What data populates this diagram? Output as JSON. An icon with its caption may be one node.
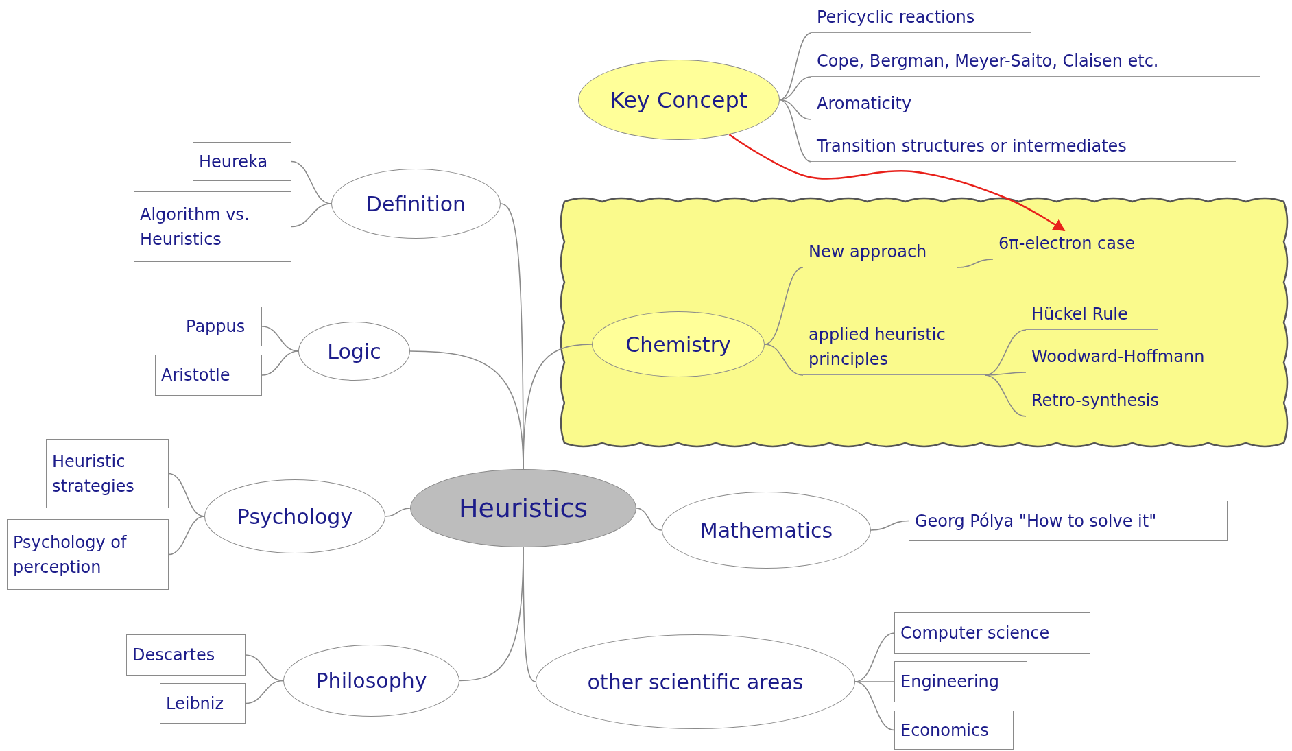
{
  "diagram": {
    "nodes": [
      {
        "text": [
          "Heuristics"
        ]
      },
      {
        "text": [
          "Definition"
        ]
      },
      {
        "text": [
          "Heureka"
        ]
      },
      {
        "text": [
          "Algorithm vs. Heuristics"
        ]
      },
      {
        "text": [
          "Logic"
        ]
      },
      {
        "text": [
          "Pappus"
        ]
      },
      {
        "text": [
          "Aristotle"
        ]
      },
      {
        "text": [
          "Psychology"
        ]
      },
      {
        "text": [
          "Heuristic strategies"
        ]
      },
      {
        "text": [
          "Psychology of perception"
        ]
      },
      {
        "text": [
          "Philosophy"
        ]
      },
      {
        "text": [
          "Descartes"
        ]
      },
      {
        "text": [
          "Leibniz"
        ]
      },
      {
        "text": [
          "Key Concept"
        ]
      },
      {
        "text": [
          "Pericyclic reactions"
        ]
      },
      {
        "text": [
          "Cope, Bergman, Meyer-Saito, Claisen etc."
        ]
      },
      {
        "text": [
          "Aromaticity"
        ]
      },
      {
        "text": [
          "Transition structures or intermediates"
        ]
      },
      {
        "text": [],
        "shape": "cloud"
      },
      {
        "text": [
          "Chemistry"
        ],
        "in": 18
      },
      {
        "text": [
          "New approach"
        ],
        "in": 18
      },
      {
        "text": [
          "6π-electron case"
        ],
        "in": 18
      },
      {
        "text": [
          "applied heuristic principles"
        ],
        "in": 18
      },
      {
        "text": [
          "Hückel Rule"
        ],
        "in": 18
      },
      {
        "text": [
          "Woodward-Hoffmann"
        ],
        "in": 18
      },
      {
        "text": [
          "Retro-synthesis"
        ],
        "in": 18
      },
      {
        "text": [
          "Mathematics"
        ]
      },
      {
        "text": [
          "Georg Pólya \"How to solve it\""
        ]
      },
      {
        "text": [
          "other scientific areas"
        ]
      },
      {
        "text": [
          "Computer science"
        ]
      },
      {
        "text": [
          "Engineering"
        ]
      },
      {
        "text": [
          "Economics"
        ]
      }
    ],
    "edges": [
      {
        "from": 0,
        "to": 1,
        "arrow": "none"
      },
      {
        "from": 1,
        "to": 2,
        "arrow": "none"
      },
      {
        "from": 1,
        "to": 3,
        "arrow": "none"
      },
      {
        "from": 0,
        "to": 4,
        "arrow": "none"
      },
      {
        "from": 4,
        "to": 5,
        "arrow": "none"
      },
      {
        "from": 4,
        "to": 6,
        "arrow": "none"
      },
      {
        "from": 0,
        "to": 7,
        "arrow": "none"
      },
      {
        "from": 7,
        "to": 8,
        "arrow": "none"
      },
      {
        "from": 7,
        "to": 9,
        "arrow": "none"
      },
      {
        "from": 0,
        "to": 10,
        "arrow": "none"
      },
      {
        "from": 10,
        "to": 11,
        "arrow": "none"
      },
      {
        "from": 10,
        "to": 12,
        "arrow": "none"
      },
      {
        "from": 13,
        "to": 14,
        "arrow": "none"
      },
      {
        "from": 13,
        "to": 15,
        "arrow": "none"
      },
      {
        "from": 13,
        "to": 16,
        "arrow": "none"
      },
      {
        "from": 13,
        "to": 17,
        "arrow": "none"
      },
      {
        "from": 13,
        "to": 21,
        "arrow": "to",
        "color": "#e8201a"
      },
      {
        "from": 0,
        "to": 19,
        "arrow": "none"
      },
      {
        "from": 19,
        "to": 20,
        "arrow": "none"
      },
      {
        "from": 20,
        "to": 21,
        "arrow": "none"
      },
      {
        "from": 19,
        "to": 22,
        "arrow": "none"
      },
      {
        "from": 22,
        "to": 23,
        "arrow": "none"
      },
      {
        "from": 22,
        "to": 24,
        "arrow": "none"
      },
      {
        "from": 22,
        "to": 25,
        "arrow": "none"
      },
      {
        "from": 0,
        "to": 26,
        "arrow": "none"
      },
      {
        "from": 26,
        "to": 27,
        "arrow": "none"
      },
      {
        "from": 0,
        "to": 28,
        "arrow": "none"
      },
      {
        "from": 28,
        "to": 29,
        "arrow": "none"
      },
      {
        "from": 28,
        "to": 30,
        "arrow": "none"
      },
      {
        "from": 28,
        "to": 31,
        "arrow": "none"
      }
    ]
  }
}
